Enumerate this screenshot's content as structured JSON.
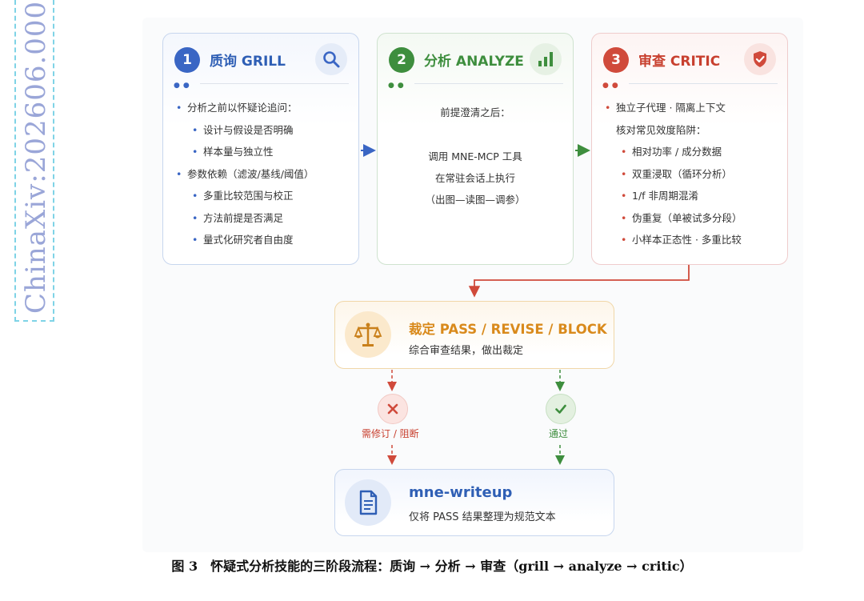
{
  "watermark": "ChinaXiv:202606.000",
  "stages": [
    {
      "number": "1",
      "title": "质询 GRILL",
      "icon": "search-icon",
      "items": [
        {
          "text": "分析之前以怀疑论追问：",
          "level": 1
        },
        {
          "text": "设计与假设是否明确",
          "level": 2
        },
        {
          "text": "样本量与独立性",
          "level": 2
        },
        {
          "text": "参数依赖（滤波/基线/阈值）",
          "level": 1
        },
        {
          "text": "多重比较范围与校正",
          "level": 2
        },
        {
          "text": "方法前提是否满足",
          "level": 2
        },
        {
          "text": "量式化研究者自由度",
          "level": 2
        }
      ]
    },
    {
      "number": "2",
      "title": "分析 ANALYZE",
      "icon": "bar-chart-icon",
      "lines": [
        "前提澄清之后：",
        "",
        "调用 MNE-MCP 工具",
        "在常驻会话上执行",
        "（出图—读图—调参）"
      ]
    },
    {
      "number": "3",
      "title": "审查 CRITIC",
      "icon": "shield-check-icon",
      "items": [
        {
          "text": "独立子代理 · 隔离上下文",
          "level": 1
        },
        {
          "text": "核对常见效度陷阱：",
          "level": 0
        },
        {
          "text": "相对功率 / 成分数据",
          "level": 2
        },
        {
          "text": "双重浸取（循环分析）",
          "level": 2
        },
        {
          "text": "1/f 非周期混淆",
          "level": 2
        },
        {
          "text": "伪重复（单被试多分段）",
          "level": 2
        },
        {
          "text": "小样本正态性 · 多重比较",
          "level": 2
        }
      ]
    }
  ],
  "verdict": {
    "title": "裁定 PASS / REVISE / BLOCK",
    "subtitle": "综合审查结果，做出裁定",
    "icon": "scales-icon"
  },
  "outcomes": {
    "revise_block": {
      "label": "需修订 / 阻断",
      "icon": "cross-icon"
    },
    "pass": {
      "label": "通过",
      "icon": "check-icon"
    }
  },
  "writeup": {
    "title": "mne-writeup",
    "subtitle": "仅将 PASS 结果整理为规范文本",
    "icon": "document-icon"
  },
  "caption": "图 3　怀疑式分析技能的三阶段流程：质询 → 分析 → 审查（grill → analyze → critic）",
  "colors": {
    "blue": "#3a66c4",
    "green": "#3e8e3e",
    "red": "#d04a3b",
    "orange": "#d98a1c"
  }
}
